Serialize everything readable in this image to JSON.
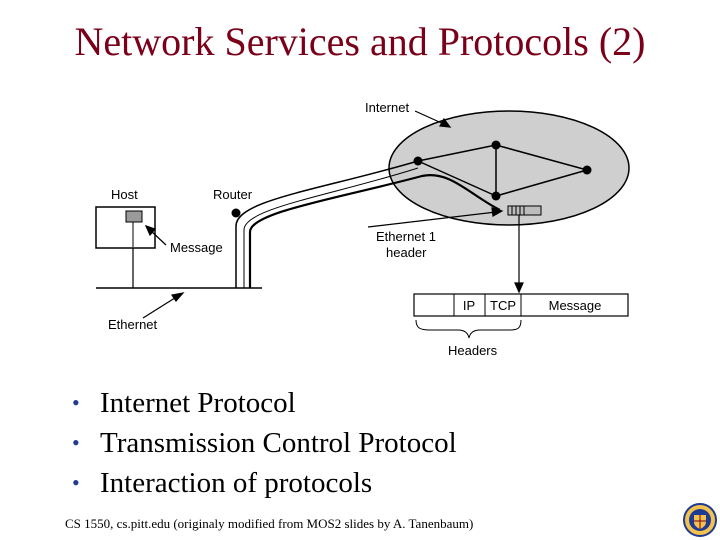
{
  "slide": {
    "title": "Network Services and Protocols (2)",
    "bullets": [
      "Internet Protocol",
      "Transmission Control Protocol",
      "Interaction of protocols"
    ],
    "footer": "CS 1550, cs.pitt.edu (originaly modified from MOS2 slides by A. Tanenbaum)"
  },
  "diagram": {
    "labels": {
      "internet": "Internet",
      "host": "Host",
      "router": "Router",
      "message": "Message",
      "ethernet": "Ethernet",
      "ethernet_header_line1": "Ethernet 1",
      "ethernet_header_line2": "header",
      "headers": "Headers"
    },
    "packet_fields": [
      "IP",
      "TCP",
      "Message"
    ]
  },
  "colors": {
    "title": "#7a0019",
    "bullet": "#1f3a93",
    "internet_cloud": "#cfcfcf"
  }
}
